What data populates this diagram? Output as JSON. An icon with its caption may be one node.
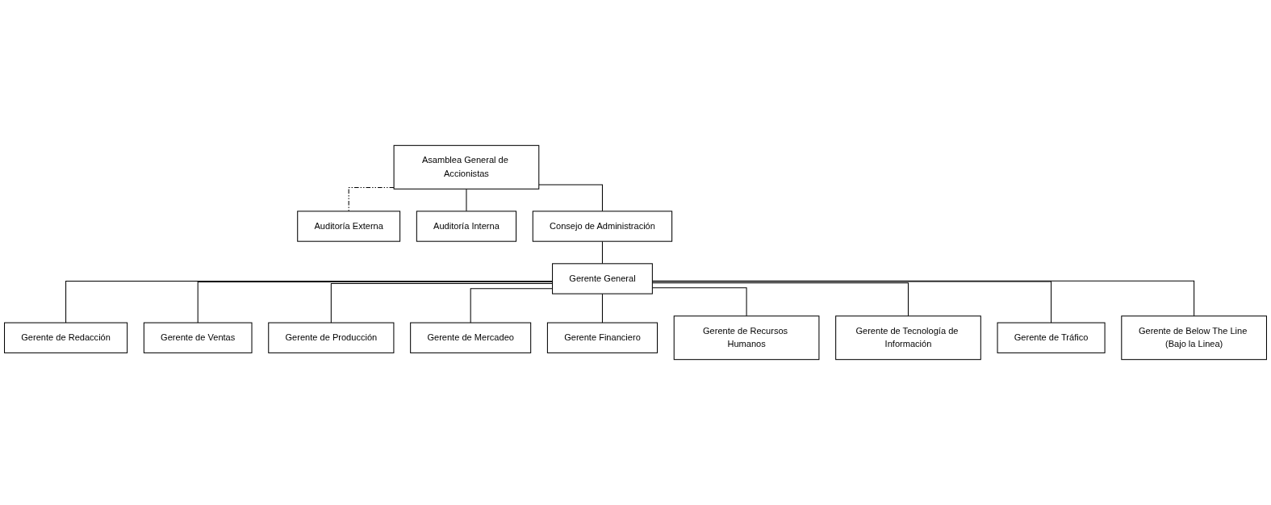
{
  "diagram": {
    "nodes": [
      {
        "text": [
          "Asamblea General de Accionistas"
        ]
      },
      {
        "text": [
          "Auditoría Externa"
        ]
      },
      {
        "text": [
          "Auditoría Interna"
        ]
      },
      {
        "text": [
          "Consejo de Administración"
        ]
      },
      {
        "text": [
          "Gerente General"
        ]
      },
      {
        "text": [
          "Gerente de Redacción"
        ]
      },
      {
        "text": [
          "Gerente de Ventas"
        ]
      },
      {
        "text": [
          "Gerente de Producción"
        ]
      },
      {
        "text": [
          "Gerente de Mercadeo"
        ]
      },
      {
        "text": [
          "Gerente Financiero"
        ]
      },
      {
        "text": [
          "Gerente de Recursos Humanos"
        ]
      },
      {
        "text": [
          "Gerente de Tecnología de Información"
        ]
      },
      {
        "text": [
          "Gerente de Tráfico"
        ]
      },
      {
        "text": [
          "Gerente de Below The Line (Bajo la Linea)"
        ]
      }
    ],
    "edges": [
      {
        "from": 0,
        "to": 1,
        "arrow": "none",
        "style": "dashed"
      },
      {
        "from": 0,
        "to": 2,
        "arrow": "none"
      },
      {
        "from": 0,
        "to": 3,
        "arrow": "none"
      },
      {
        "from": 3,
        "to": 4,
        "arrow": "none"
      },
      {
        "from": 4,
        "to": 5,
        "arrow": "none"
      },
      {
        "from": 4,
        "to": 6,
        "arrow": "none"
      },
      {
        "from": 4,
        "to": 7,
        "arrow": "none"
      },
      {
        "from": 4,
        "to": 8,
        "arrow": "none"
      },
      {
        "from": 4,
        "to": 9,
        "arrow": "none"
      },
      {
        "from": 4,
        "to": 10,
        "arrow": "none"
      },
      {
        "from": 4,
        "to": 11,
        "arrow": "none"
      },
      {
        "from": 4,
        "to": 12,
        "arrow": "none"
      },
      {
        "from": 4,
        "to": 13,
        "arrow": "none"
      }
    ]
  }
}
